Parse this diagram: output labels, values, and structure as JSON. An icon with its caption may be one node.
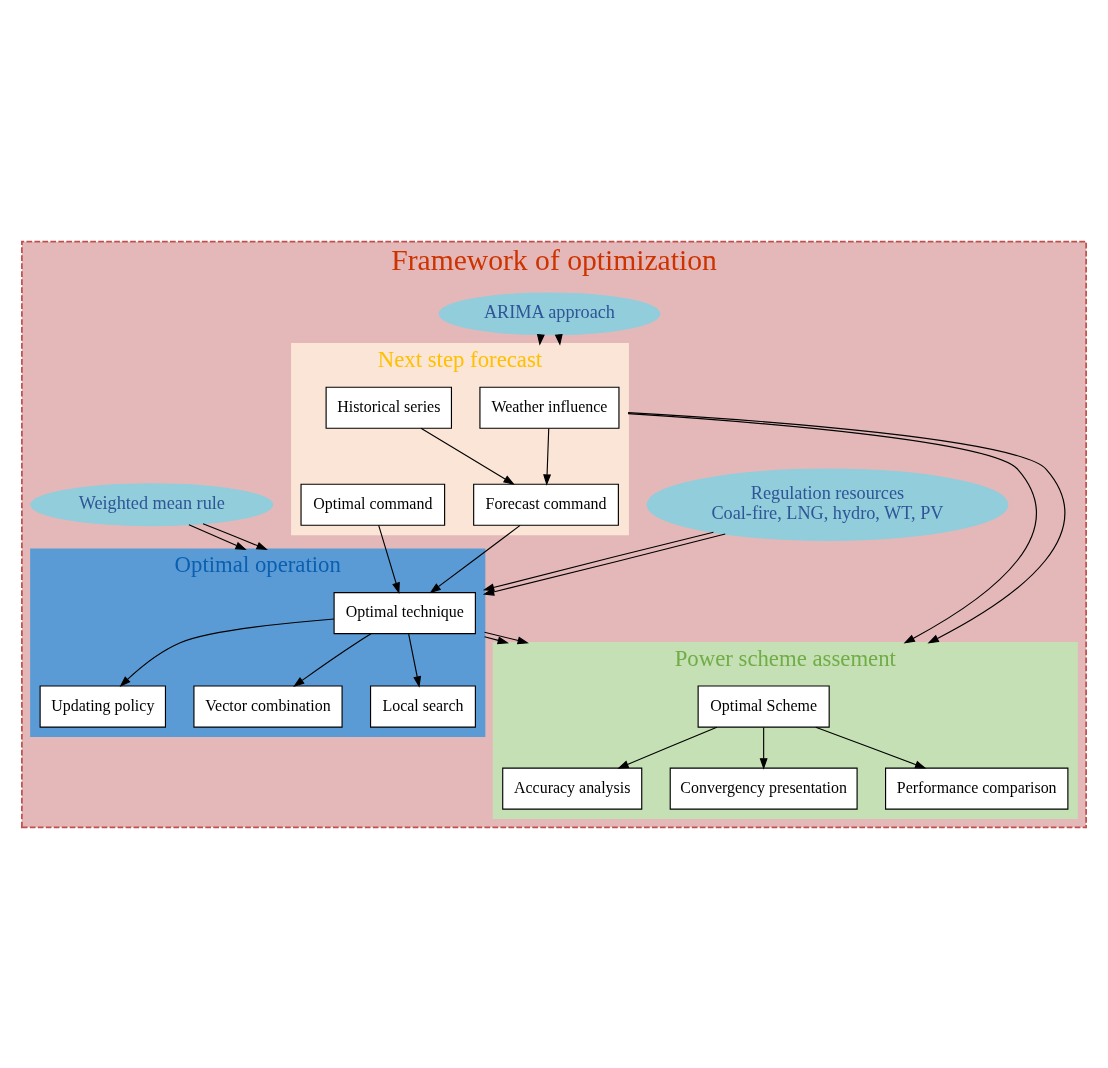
{
  "diagram": {
    "nodes": [
      {
        "text": [
          "Framework of optimization"
        ]
      },
      {
        "text": [
          "Regulation resources",
          "Coal-fire, LNG, hydro, WT, PV"
        ],
        "in": 0
      },
      {
        "text": [
          "Next step forecast"
        ],
        "in": 0
      },
      {
        "text": [
          "Weather influence"
        ],
        "in": 2
      },
      {
        "text": [
          "Historical series"
        ],
        "in": 2
      },
      {
        "text": [
          "Forecast command"
        ],
        "in": 2
      },
      {
        "text": [
          "Optimal command"
        ],
        "in": 2
      },
      {
        "text": [
          "Optimal operation"
        ],
        "in": 0
      },
      {
        "text": [
          "Optimal technique"
        ],
        "in": 7
      },
      {
        "text": [
          "Updating policy"
        ],
        "in": 7
      },
      {
        "text": [
          "Vector combination"
        ],
        "in": 7
      },
      {
        "text": [
          "Local search"
        ],
        "in": 7
      },
      {
        "text": [
          "ARIMA approach"
        ],
        "in": 0
      },
      {
        "text": [
          "Power scheme assement"
        ],
        "in": 0
      },
      {
        "text": [
          "Optimal Scheme"
        ],
        "in": 13
      },
      {
        "text": [
          "Accuracy analysis"
        ],
        "in": 13
      },
      {
        "text": [
          "Convergency presentation"
        ],
        "in": 13
      },
      {
        "text": [
          "Performance comparison"
        ],
        "in": 13
      },
      {
        "text": [
          "Weighted mean rule"
        ],
        "in": 0
      }
    ],
    "edges": [
      {
        "from": 1,
        "to": 7,
        "arrow": "to"
      },
      {
        "from": 1,
        "to": 7,
        "arrow": "to"
      },
      {
        "from": 3,
        "to": 5,
        "arrow": "to"
      },
      {
        "from": 4,
        "to": 5,
        "arrow": "to"
      },
      {
        "from": 5,
        "to": 8,
        "arrow": "to"
      },
      {
        "from": 6,
        "to": 8,
        "arrow": "to"
      },
      {
        "from": 8,
        "to": 9,
        "arrow": "to"
      },
      {
        "from": 8,
        "to": 10,
        "arrow": "to"
      },
      {
        "from": 8,
        "to": 11,
        "arrow": "to"
      },
      {
        "from": 12,
        "to": 2,
        "arrow": "to"
      },
      {
        "from": 12,
        "to": 2,
        "arrow": "to"
      },
      {
        "from": 18,
        "to": 7,
        "arrow": "to"
      },
      {
        "from": 18,
        "to": 7,
        "arrow": "to"
      },
      {
        "from": 2,
        "to": 13,
        "arrow": "to"
      },
      {
        "from": 2,
        "to": 13,
        "arrow": "to"
      },
      {
        "from": 7,
        "to": 13,
        "arrow": "to"
      },
      {
        "from": 7,
        "to": 13,
        "arrow": "to"
      },
      {
        "from": 14,
        "to": 15,
        "arrow": "to"
      },
      {
        "from": 14,
        "to": 16,
        "arrow": "to"
      },
      {
        "from": 14,
        "to": 17,
        "arrow": "to"
      }
    ]
  }
}
